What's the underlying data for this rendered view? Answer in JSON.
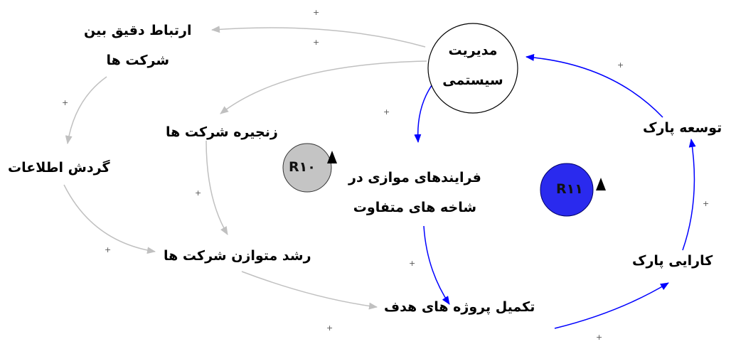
{
  "colors": {
    "gray_link": "#c0c0c0",
    "blue_link": "#0000ff",
    "loop_gray": "#c4c4c4",
    "loop_blue": "#2a2aee"
  },
  "nodes": {
    "accurate_link": {
      "line1": "ارتباط دقیق بین",
      "line2": "شرکت ها"
    },
    "info_circulation": {
      "line1": "گردش اطلاعات"
    },
    "company_chain": {
      "line1": "زنجیره شرکت ها"
    },
    "balanced_growth": {
      "line1": "رشد متوازن شرکت ها"
    },
    "system_management": {
      "line1": "مدیریت",
      "line2": "سیستمی"
    },
    "parallel_processes": {
      "line1": "فرایندهای موازی در",
      "line2": "شاخه های متفاوت"
    },
    "target_projects": {
      "line1": "تکمیل پروژه های هدف"
    },
    "park_efficiency": {
      "line1": "کارایی پارک"
    },
    "park_development": {
      "line1": "توسعه پارک"
    }
  },
  "loops": {
    "r10": "R۱۰",
    "r11": "R۱۱"
  },
  "polarity": "+"
}
